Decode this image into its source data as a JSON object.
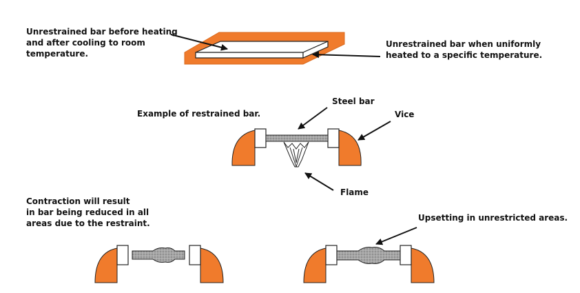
{
  "labels": {
    "before_heating": [
      "Unrestrained bar before heating",
      "and after cooling to room",
      "temperature."
    ],
    "heated": [
      "Unrestrained bar when uniformly",
      "heated to a specific temperature."
    ],
    "restrained_example": "Example of restrained bar.",
    "steel_bar": "Steel bar",
    "vice": "Vice",
    "flame": "Flame",
    "contraction": [
      "Contraction will result",
      "in bar being reduced in all",
      "areas due to the restraint."
    ],
    "upsetting": "Upsetting in unrestricted areas."
  },
  "colors": {
    "heated_outline": "#f07b2c",
    "vice_fill": "#f07b2c",
    "outline": "#222222",
    "bar_fill": "#9a9a9a",
    "text": "#111111"
  }
}
